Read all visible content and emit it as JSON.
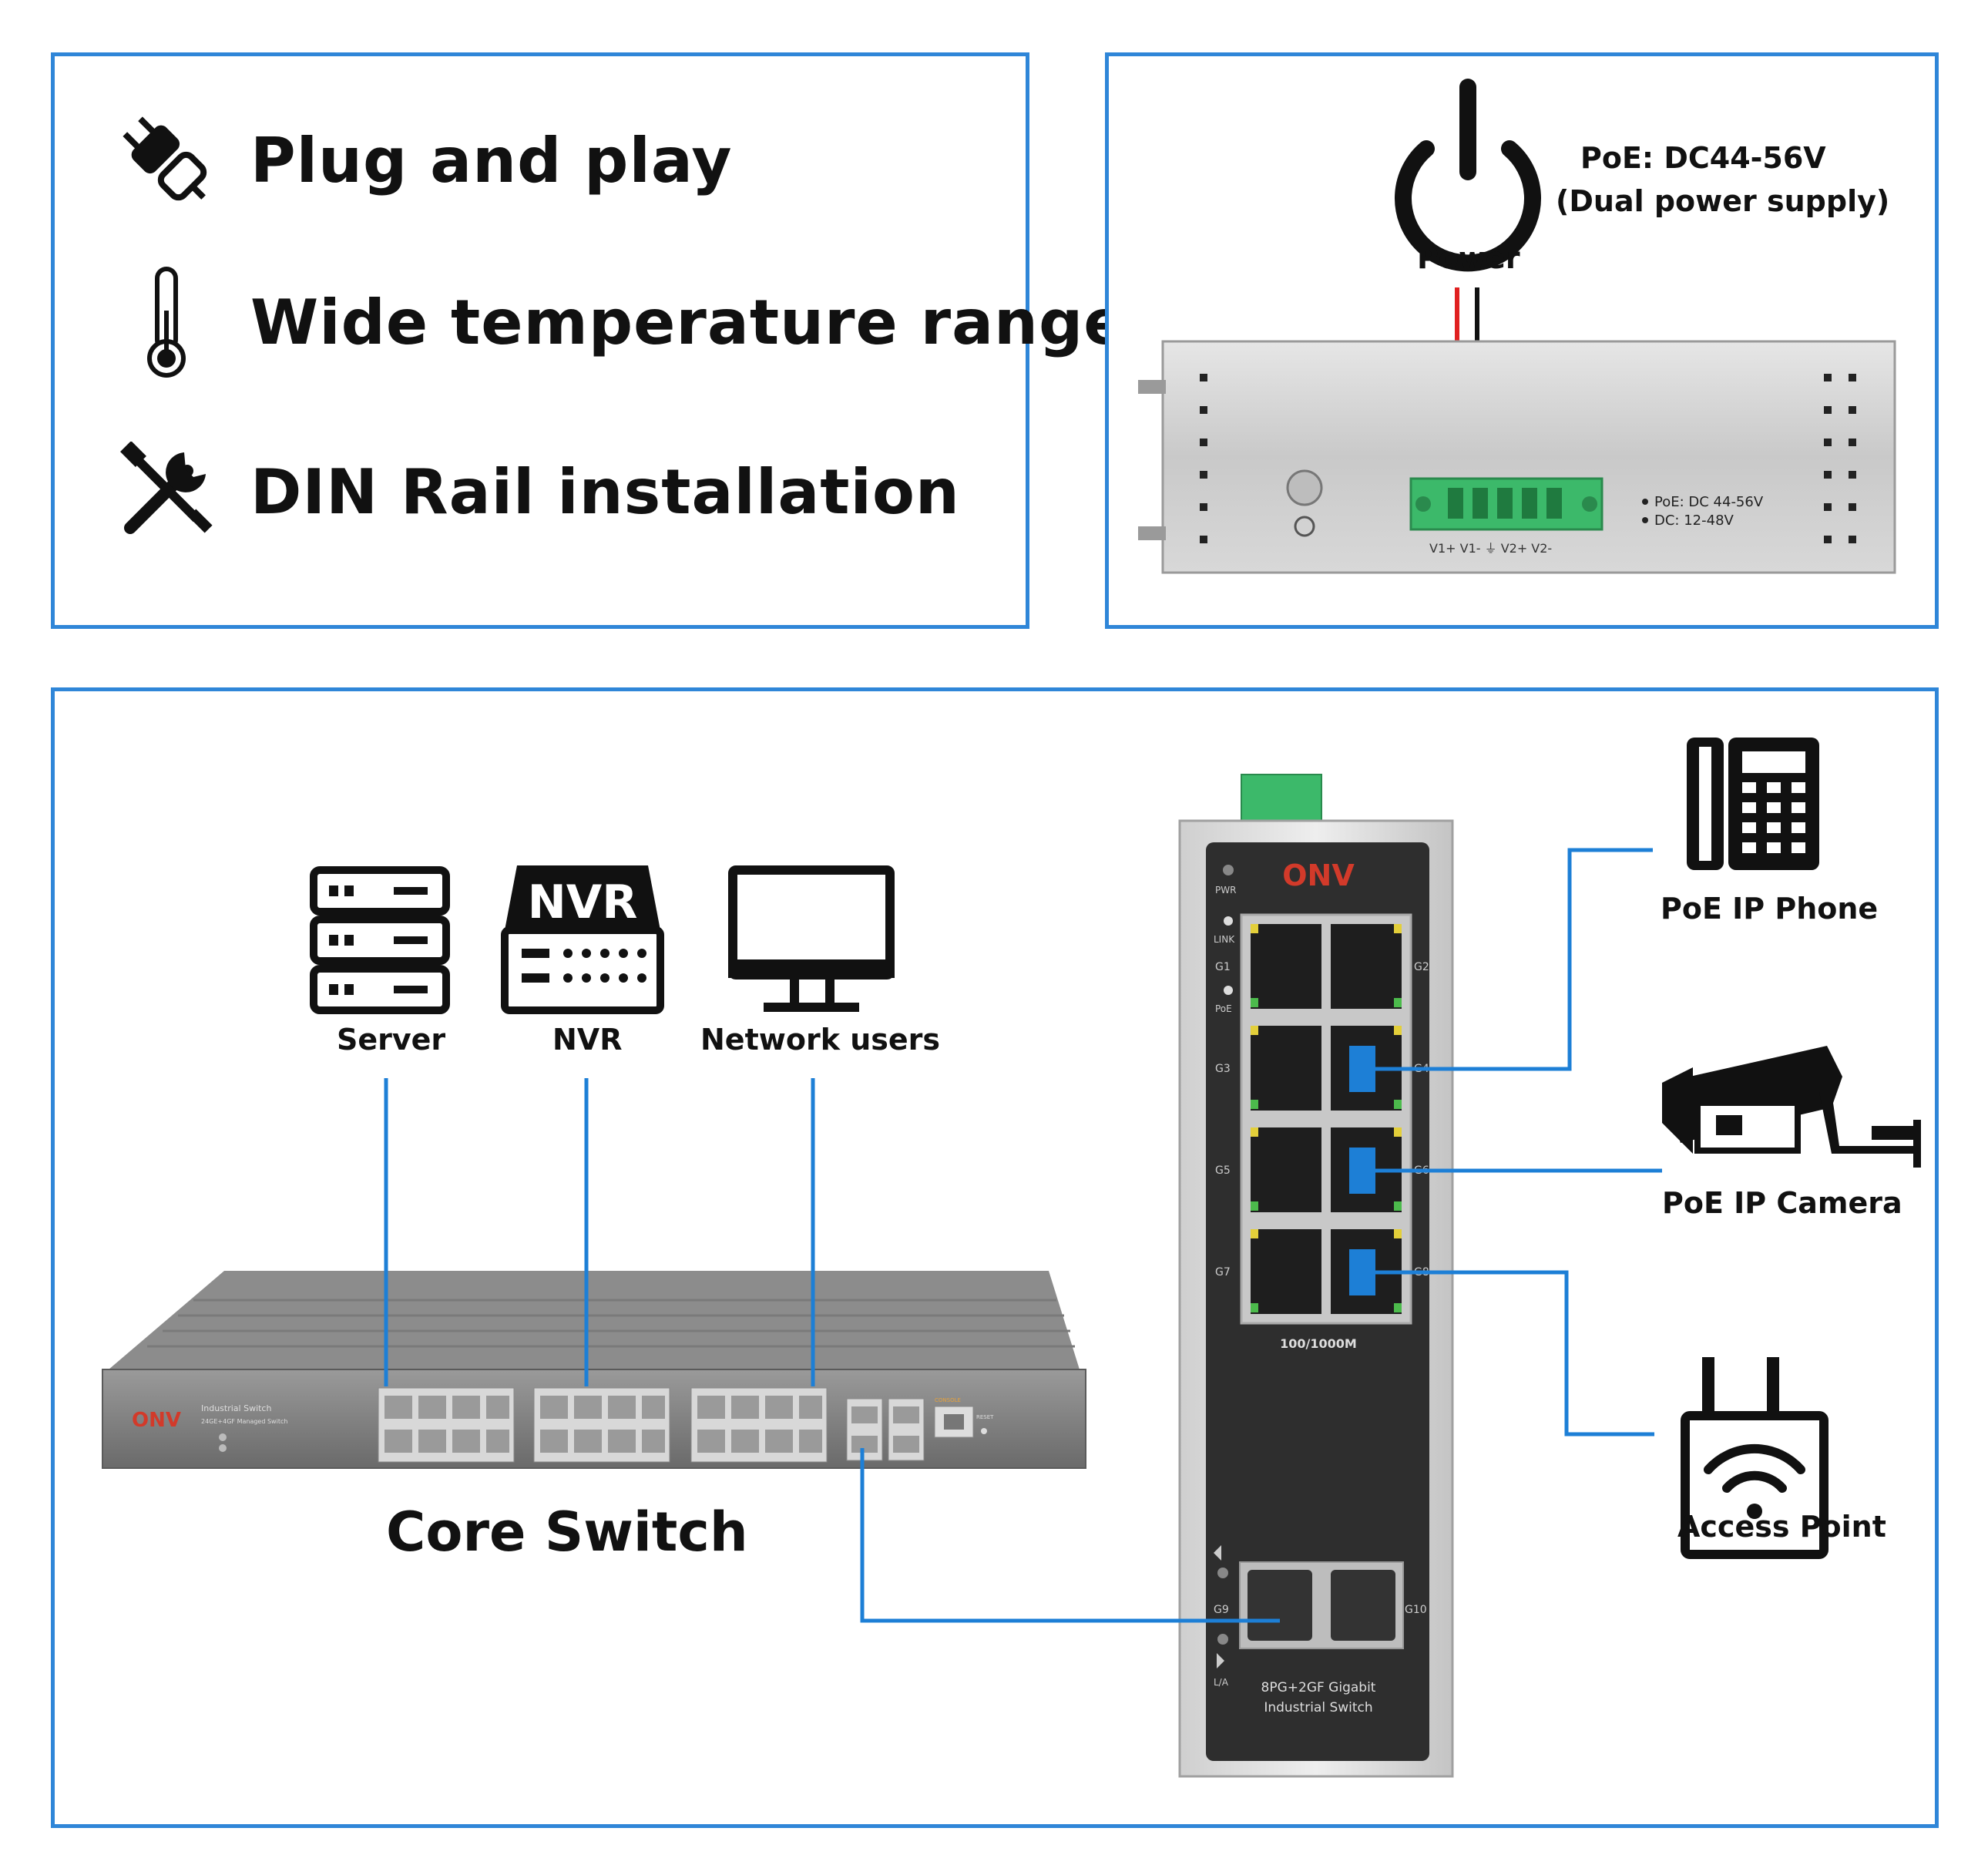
{
  "features": [
    {
      "label": "Plug and play",
      "icon": "plug-icon"
    },
    {
      "label": "Wide temperature range",
      "icon": "thermometer-icon"
    },
    {
      "label": "DIN Rail installation",
      "icon": "tools-icon"
    }
  ],
  "power": {
    "label": "Power",
    "spec_line1": "PoE: DC44-56V",
    "spec_line2": "(Dual power supply)",
    "plate_line1": "PoE: DC 44-56V",
    "plate_line2": "DC: 12-48V",
    "terminal_labels": "V1+  V1-   ⏚   V2+  V2-",
    "icon": "power-icon"
  },
  "topology": {
    "server": "Server",
    "nvr": "NVR",
    "nvr_box_text": "NVR",
    "network_users": "Network users",
    "core_switch": "Core Switch",
    "poe_ip_phone": "PoE IP Phone",
    "poe_ip_camera": "PoE IP Camera",
    "access_point": "Access Point"
  },
  "core_switch_panel": {
    "brand": "ONV",
    "line1": "Industrial Switch",
    "line2": "24GE+4GF Managed Switch",
    "console": "CONSOLE",
    "reset": "RESET"
  },
  "industrial_switch": {
    "brand": "ONV",
    "pwr": "PWR",
    "link": "LINK",
    "poe": "PoE",
    "ports_left": [
      "G1",
      "G3",
      "G5",
      "G7"
    ],
    "ports_right": [
      "G2",
      "G4",
      "G6",
      "G8"
    ],
    "speed": "100/1000M",
    "fiber_left": "G9",
    "fiber_right": "G10",
    "la": "L/A",
    "model_line1": "8PG+2GF Gigabit",
    "model_line2": "Industrial Switch"
  },
  "colors": {
    "border_blue": "#2f86d8",
    "link_blue": "#1d7fd6",
    "terminal_green": "#3cb96a",
    "wire_red": "#e02020"
  }
}
